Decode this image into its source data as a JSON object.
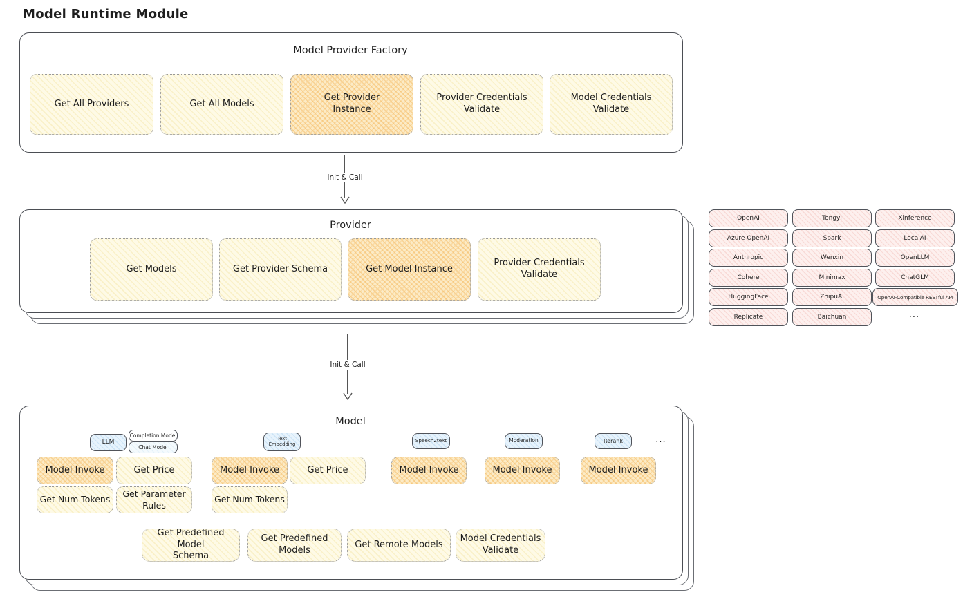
{
  "page": {
    "title": "Model Runtime Module"
  },
  "factory": {
    "title": "Model Provider Factory",
    "buttons": [
      {
        "label": "Get All Providers",
        "highlighted": false
      },
      {
        "label": "Get All Models",
        "highlighted": false
      },
      {
        "label": "Get Provider\nInstance",
        "highlighted": true
      },
      {
        "label": "Provider Credentials\nValidate",
        "highlighted": false
      },
      {
        "label": "Model Credentials\nValidate",
        "highlighted": false
      }
    ]
  },
  "arrows": [
    {
      "label": "Init & Call"
    },
    {
      "label": "Init & Call"
    }
  ],
  "provider": {
    "title": "Provider",
    "buttons": [
      {
        "label": "Get Models",
        "highlighted": false
      },
      {
        "label": "Get Provider Schema",
        "highlighted": false
      },
      {
        "label": "Get Model Instance",
        "highlighted": true
      },
      {
        "label": "Provider Credentials\nValidate",
        "highlighted": false
      }
    ]
  },
  "providers_list": {
    "items": [
      "OpenAI",
      "Tongyi",
      "Xinference",
      "Azure OpenAI",
      "Spark",
      "LocalAI",
      "Anthropic",
      "Wenxin",
      "OpenLLM",
      "Cohere",
      "Minimax",
      "ChatGLM",
      "HuggingFace",
      "ZhipuAI",
      "OpenAI-Compatible RESTful API",
      "Replicate",
      "Baichuan"
    ],
    "more": "..."
  },
  "model": {
    "title": "Model",
    "tags": {
      "llm": "LLM",
      "completion_model": "Completion Model",
      "chat_model": "Chat Model",
      "text_embedding": "Text Embedding",
      "speech2text": "Speech2text",
      "moderation": "Moderation",
      "rerank": "Rerank",
      "more": "..."
    },
    "ops": {
      "model_invoke": "Model Invoke",
      "get_price": "Get Price",
      "get_num_tokens": "Get Num Tokens",
      "get_parameter_rules": "Get Parameter\nRules",
      "get_predefined_model_schema": "Get Predefined Model\nSchema",
      "get_predefined_models": "Get Predefined\nModels",
      "get_remote_models": "Get Remote Models",
      "model_credentials_validate": "Model Credentials\nValidate"
    }
  },
  "colors": {
    "highlight_fill": "#f6c987",
    "op_fill": "#fefae6",
    "provider_chip_fill": "#fdf0ee",
    "tag_fill": "#e7f3fc",
    "border_dark": "#4b4e54"
  }
}
